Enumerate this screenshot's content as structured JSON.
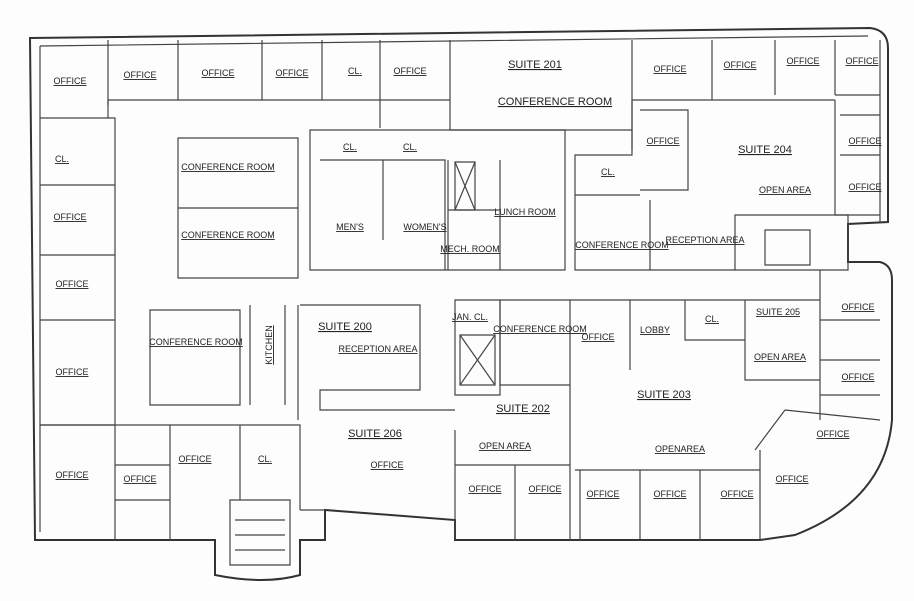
{
  "labels": [
    "OFFICE",
    "OFFICE",
    "OFFICE",
    "OFFICE",
    "CL.",
    "OFFICE",
    "SUITE 201",
    "CONFERENCE ROOM",
    "OFFICE",
    "OFFICE",
    "OFFICE",
    "OFFICE",
    "CL.",
    "CONFERENCE ROOM",
    "CONFERENCE ROOM",
    "CL.",
    "CL.",
    "OFFICE",
    "SUITE 204",
    "OFFICE",
    "CL.",
    "OPEN AREA",
    "OFFICE",
    "OFFICE",
    "MEN'S",
    "WOMEN'S",
    "LUNCH ROOM",
    "MECH. ROOM",
    "CONFERENCE ROOM",
    "RECEPTION AREA",
    "OFFICE",
    "OFFICE",
    "SUITE 205",
    "CONFERENCE ROOM",
    "KITCHEN",
    "SUITE 200",
    "RECEPTION AREA",
    "JAN. CL.",
    "CONFERENCE ROOM",
    "OFFICE",
    "LOBBY",
    "CL.",
    "OPEN AREA",
    "OFFICE",
    "OFFICE",
    "SUITE 202",
    "SUITE 203",
    "SUITE 206",
    "OFFICE",
    "OPEN AREA",
    "OPENAREA",
    "OFFICE",
    "OFFICE",
    "OFFICE",
    "OFFICE",
    "CL.",
    "OFFICE",
    "OFFICE",
    "OFFICE",
    "OFFICE",
    "OFFICE",
    "OFFICE"
  ],
  "colors": {
    "ink": "#333333",
    "paper": "#fdfdfd"
  }
}
